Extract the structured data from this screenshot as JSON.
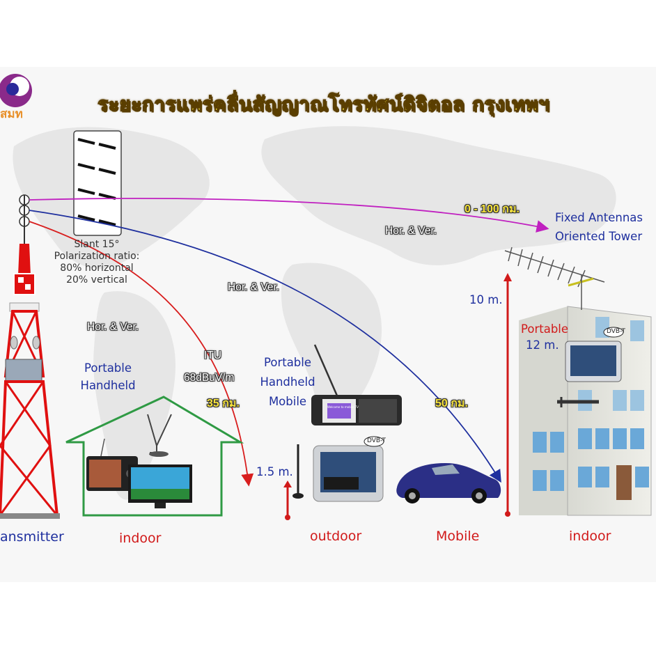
{
  "title": "ระยะการแพร่คลื่นสัญญาณโทรทัศน์ดิจิตอล กรุงเทพฯ",
  "logo": {
    "text": "สมท",
    "icon": "mcot-logo-icon"
  },
  "polarization": {
    "lines": [
      "Slant 15°",
      "Polarization ratio:",
      "80% horizontal",
      "20% vertical"
    ]
  },
  "labels": {
    "hv_top": "Hor. & Ver.",
    "hv_mid": "Hor. & Ver.",
    "hv_left": "Hor. & Ver.",
    "range_fixed": "0 - 100 กม.",
    "range_mobile": "50 กม.",
    "range_portable": "35 กม.",
    "itu": "ITU",
    "field_strength": "68dBuV/m",
    "fixed_antennas_1": "Fixed Antennas",
    "fixed_antennas_2": "Oriented Tower",
    "ten_m": "10 m.",
    "portable_building_1": "Portable",
    "portable_building_2": "12 m.",
    "portable_handheld_1": "Portable",
    "portable_handheld_2": "Handheld",
    "portable_mobile_1": "Portable",
    "portable_mobile_2": "Handheld",
    "portable_mobile_3": "Mobile",
    "one_five_m": "1.5 m.",
    "dvbt_1": "DVB-T",
    "dvbt_2": "DVB-T",
    "phone_screen": "Welcome to mobile TV"
  },
  "bottom": {
    "transmitter": "ansmitter",
    "indoor_left": "indoor",
    "outdoor": "outdoor",
    "mobile": "Mobile",
    "indoor_right": "indoor"
  },
  "colors": {
    "fixed_link": "#c020c0",
    "mobile_link": "#1e2f9e",
    "portable_link": "#d81e1e",
    "tower": "#e01010",
    "house": "#2f9a44",
    "title_fill": "#f7e23a"
  }
}
